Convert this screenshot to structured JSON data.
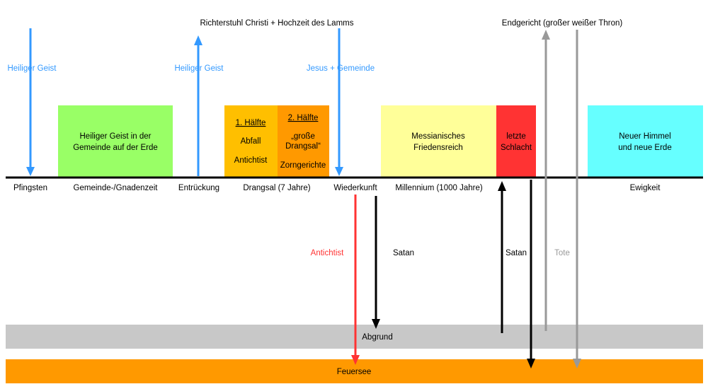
{
  "colors": {
    "blue_arrow": "#3399ff",
    "black_arrow": "#000000",
    "red_arrow": "#ff3333",
    "gray_arrow": "#999999",
    "green_box": "#99ff66",
    "amber_box": "#ffbf00",
    "orange_box": "#ff9900",
    "yellow_box": "#ffff99",
    "red_box": "#ff3333",
    "cyan_box": "#66ffff",
    "abyss_band": "#c8c8c8",
    "fire_band": "#ff9900",
    "blue_text": "#3399ff",
    "red_text": "#ff3333",
    "gray_text": "#999999"
  },
  "top_labels": {
    "judgment_seat": "Richterstuhl Christi + Hochzeit des Lamms",
    "final_judgment": "Endgericht (großer weißer Thron)"
  },
  "arrow_labels": {
    "holy_spirit_1": "Heiliger Geist",
    "holy_spirit_2": "Heiliger Geist",
    "jesus_church": "Jesus + Gemeinde",
    "antichrist": "Antichtist",
    "satan_1": "Satan",
    "satan_2": "Satan",
    "dead": "Tote"
  },
  "boxes": {
    "church_age": {
      "line1": "Heiliger Geist in der",
      "line2": "Gemeinde auf der Erde"
    },
    "tribulation_first": {
      "heading": "1. Hälfte",
      "line1": "Abfall",
      "line2": "Antichtist"
    },
    "tribulation_second": {
      "heading": "2. Hälfte",
      "line1": "„große",
      "line2": "Drangsal“",
      "line3": "Zorngerichte"
    },
    "millennium": {
      "line1": "Messianisches",
      "line2": "Friedensreich"
    },
    "last_battle": {
      "line1": "letzte",
      "line2": "Schlacht"
    },
    "new_heaven": {
      "line1": "Neuer Himmel",
      "line2": "und neue Erde"
    }
  },
  "timeline": {
    "pentecost": "Pfingsten",
    "grace_age": "Gemeinde-/Gnadenzeit",
    "rapture": "Entrückung",
    "tribulation": "Drangsal (7 Jahre)",
    "return": "Wiederkunft",
    "millennium": "Millennium (1000 Jahre)",
    "eternity": "Ewigkeit"
  },
  "bands": {
    "abyss": "Abgrund",
    "lake_of_fire": "Feuersee"
  }
}
